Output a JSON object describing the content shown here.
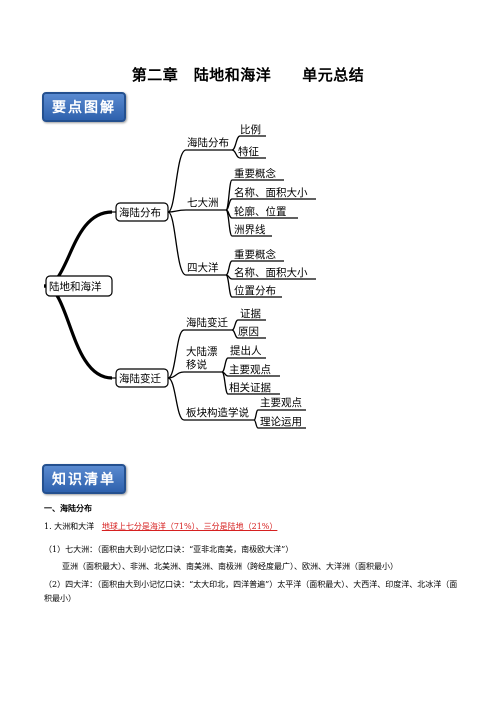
{
  "title": "第二章　陆地和海洋　　单元总结",
  "badges": {
    "summary": "要点图解",
    "knowledge": "知识清单"
  },
  "mindmap": {
    "root": "陆地和海洋",
    "branches": [
      {
        "label": "海陆分布",
        "children": [
          {
            "label": "海陆分布",
            "items": [
              "比例",
              "特征"
            ]
          },
          {
            "label": "七大洲",
            "items": [
              "重要概念",
              "名称、面积大小",
              "轮廓、位置",
              "洲界线"
            ]
          },
          {
            "label": "四大洋",
            "items": [
              "重要概念",
              "名称、面积大小",
              "位置分布"
            ]
          }
        ]
      },
      {
        "label": "海陆变迁",
        "children": [
          {
            "label": "海陆变迁",
            "items": [
              "证据",
              "原因"
            ]
          },
          {
            "label": "大陆漂",
            "label2": "移说",
            "items": [
              "提出人",
              "主要观点",
              "相关证据"
            ]
          },
          {
            "label": "板块构造学说",
            "items": [
              "主要观点",
              "理论运用"
            ]
          }
        ]
      }
    ]
  },
  "content": {
    "section_title": "一、海陆分布",
    "item1_prefix": "1. 大洲和大洋",
    "item1_highlight": "地球上七分是海洋（71%）、三分是陆地（21%）",
    "item2": "（1）七大洲：（面积由大到小记忆口诀：“亚非北南美，南极欧大洋”）",
    "item3": "亚洲（面积最大）、非洲、北美洲、南美洲、南极洲（跨经度最广）、欧洲、大洋洲（面积最小）",
    "item4": "（2）四大洋：（面积由大到小记忆口诀：“太大印北，四洋普遍”）太平洋（面积最大）、大西洋、印度洋、北冰洋（面积最小）"
  }
}
